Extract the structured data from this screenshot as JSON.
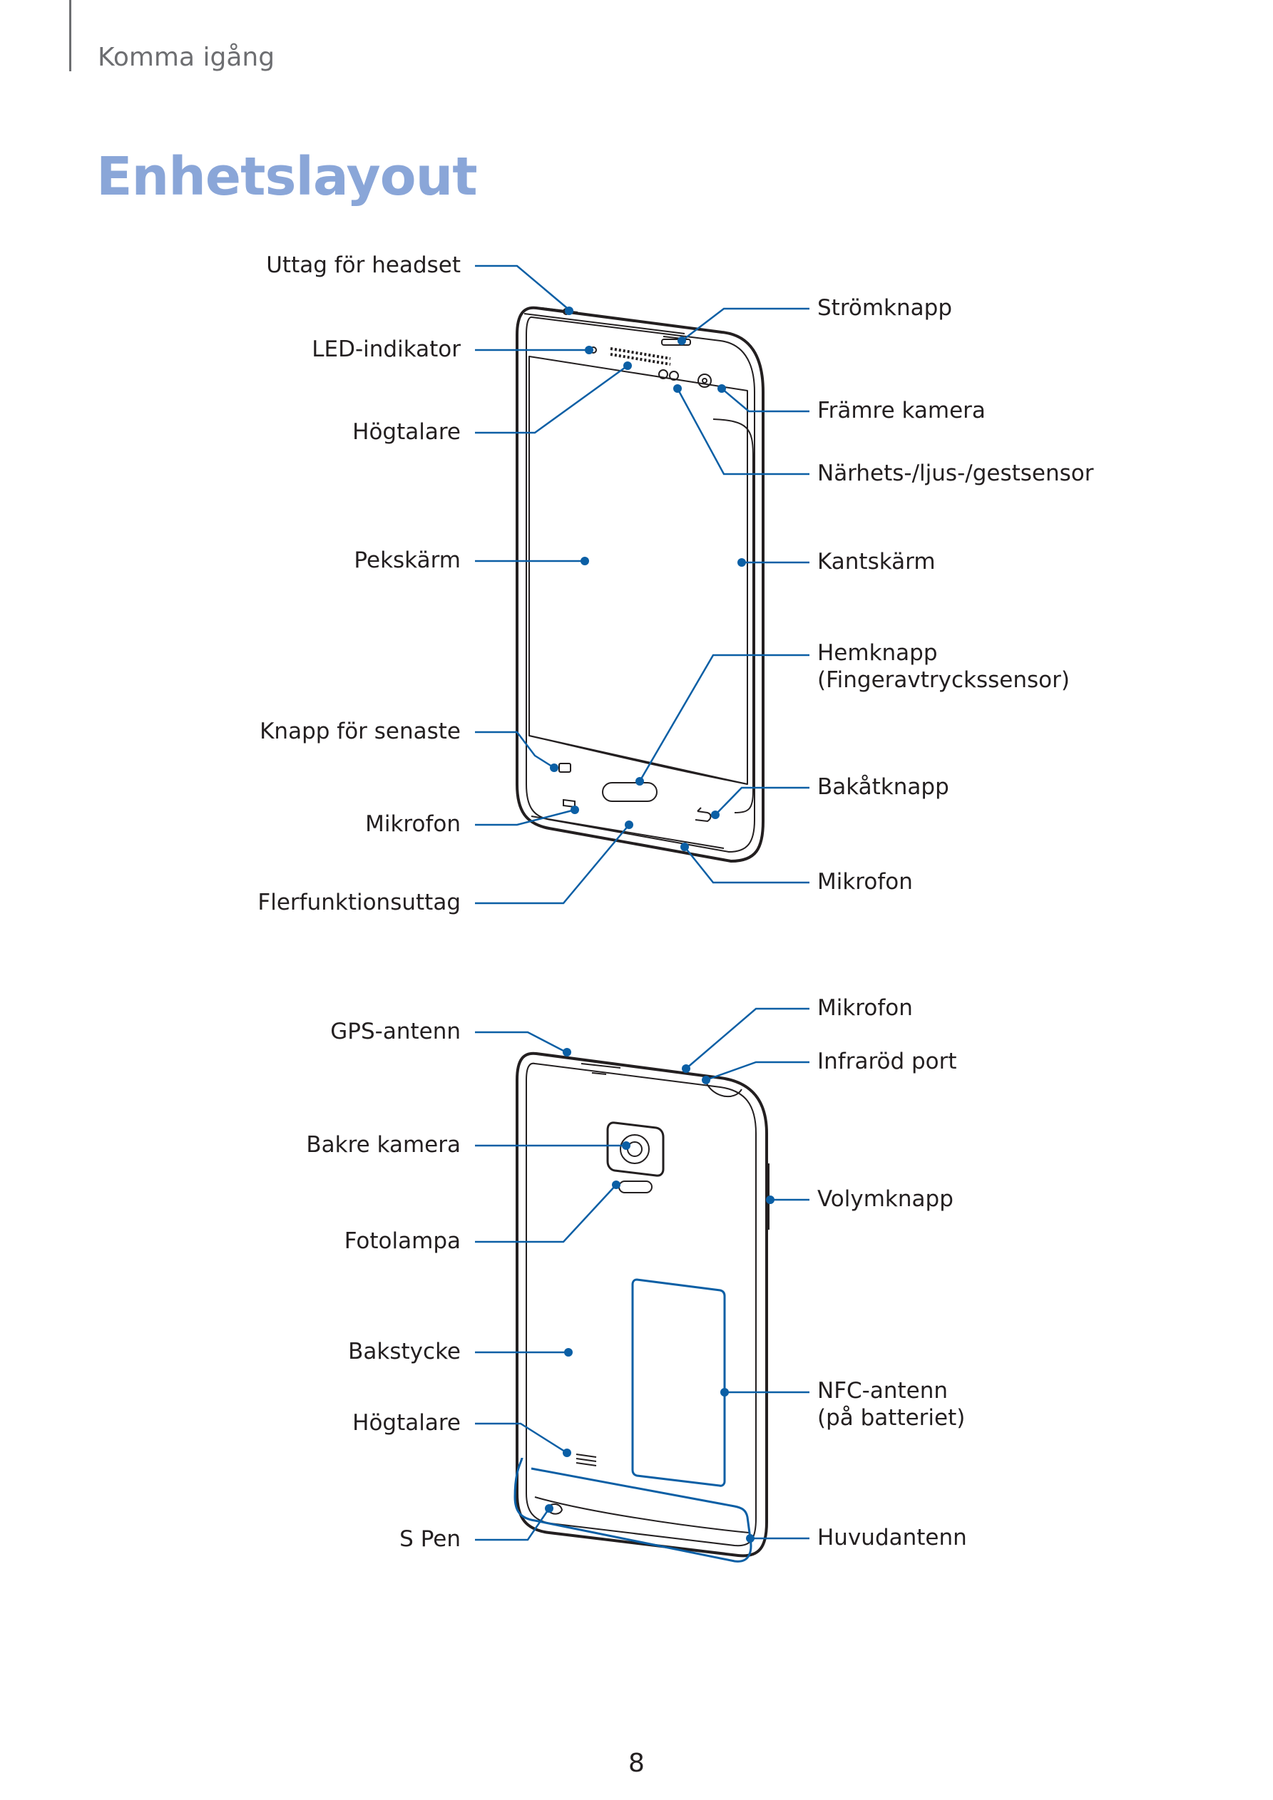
{
  "header": {
    "section": "Komma igång"
  },
  "title": "Enhetslayout",
  "front": {
    "left_labels": [
      "Uttag för headset",
      "LED-indikator",
      "Högtalare",
      "Pekskärm",
      "Knapp för senaste",
      "Mikrofon",
      "Flerfunktionsuttag"
    ],
    "right_labels": [
      "Strömknapp",
      "Främre kamera",
      "Närhets-/ljus-/gestsensor",
      "Kantskärm",
      "Hemknapp\n(Fingeravtryckssensor)",
      "Bakåtknapp",
      "Mikrofon"
    ]
  },
  "back": {
    "left_labels": [
      "GPS-antenn",
      "Bakre kamera",
      "Fotolampa",
      "Bakstycke",
      "Högtalare",
      "S Pen"
    ],
    "right_labels": [
      "Mikrofon",
      "Infraröd port",
      "Volymknapp",
      "NFC-antenn\n(på batteriet)",
      "Huvudantenn"
    ]
  },
  "colors": {
    "callout": "#0b5fa5",
    "title": "#8aa6d8",
    "outline": "#231f20"
  },
  "page_number": "8"
}
